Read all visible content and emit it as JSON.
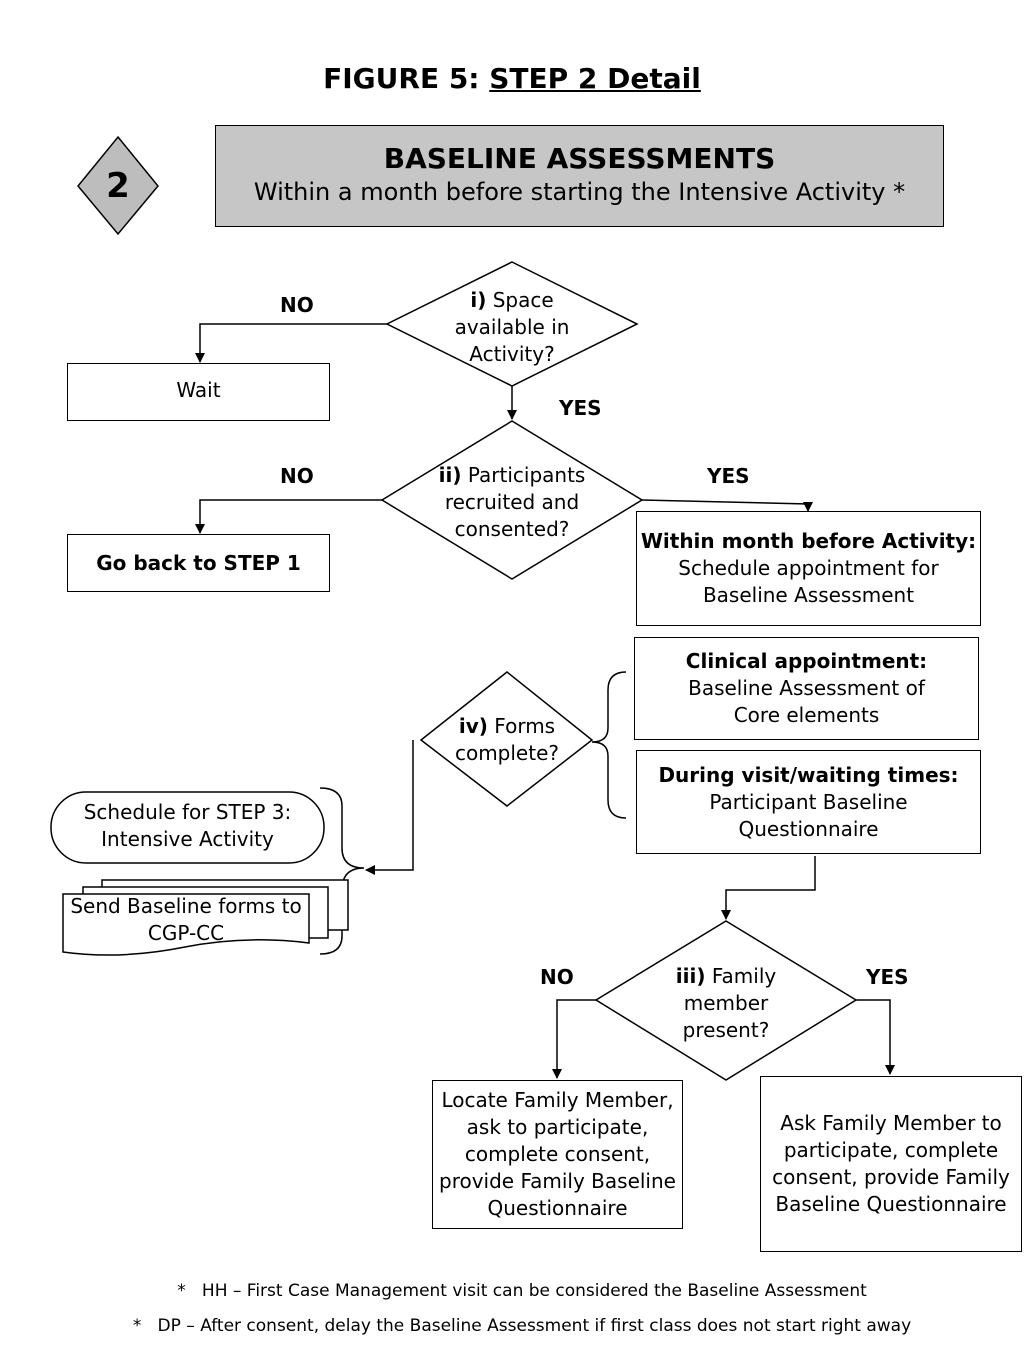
{
  "figure": {
    "prefix": "FIGURE 5: ",
    "title": "STEP 2 Detail"
  },
  "step_badge": "2",
  "header": {
    "title": "BASELINE ASSESSMENTS",
    "subtitle": "Within a month before starting the Intensive Activity *"
  },
  "decisions": {
    "d1": {
      "num": "i)",
      "text": "Space available in Activity?"
    },
    "d2": {
      "num": "ii)",
      "text": "Participants recruited and consented?"
    },
    "d3": {
      "num": "iv)",
      "text": "Forms complete?"
    },
    "d4": {
      "num": "iii)",
      "text": "Family member present?"
    }
  },
  "edge_labels": {
    "d1_no": "NO",
    "d1_yes": "YES",
    "d2_no": "NO",
    "d2_yes": "YES",
    "d4_no": "NO",
    "d4_yes": "YES"
  },
  "boxes": {
    "wait": "Wait",
    "go_back": "Go back to STEP 1",
    "schedule_title": "Within month before Activity:",
    "schedule_text": "Schedule appointment for Baseline Assessment",
    "clinical_title": "Clinical appointment:",
    "clinical_text": "Baseline Assessment of Core elements",
    "visit_title": "During visit/waiting times:",
    "visit_text": "Participant Baseline Questionnaire",
    "step3": "Schedule for STEP 3: Intensive Activity",
    "send_forms": "Send Baseline forms to CGP-CC",
    "locate_family": "Locate Family Member, ask to participate, complete consent, provide Family Baseline Questionnaire",
    "ask_family": "Ask Family Member to participate, complete consent, provide Family Baseline Questionnaire"
  },
  "footnotes": [
    "*   HH – First Case Management visit can be considered the Baseline Assessment",
    "*   DP – After consent, delay the Baseline Assessment if first class does not start right away"
  ]
}
